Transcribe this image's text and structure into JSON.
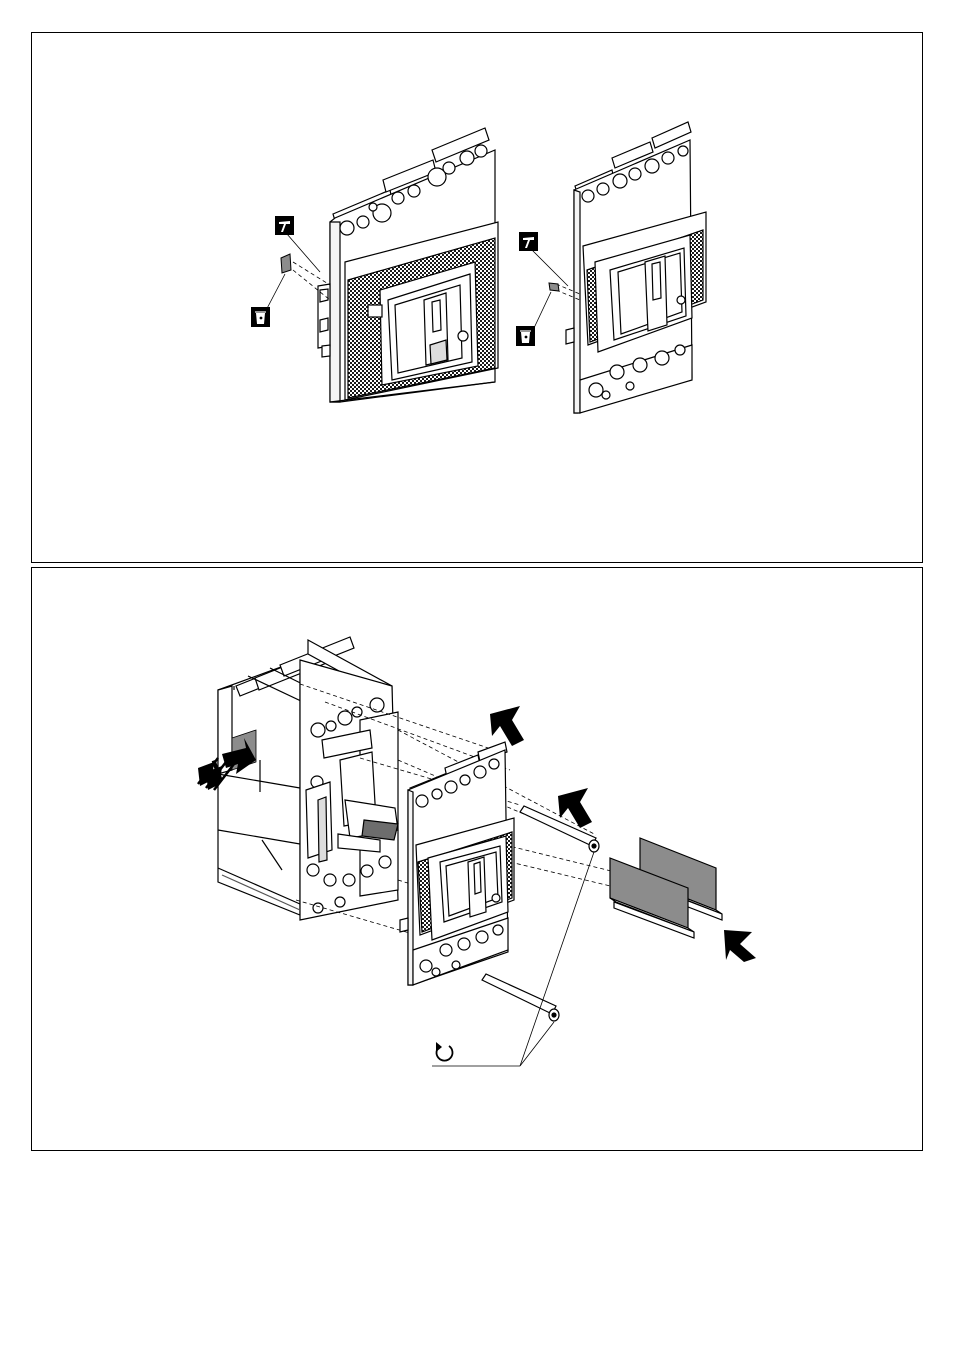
{
  "colors": {
    "line": "#000000",
    "panel_fill": "#ffffff",
    "grille": "#1a1a1a",
    "part_gray": "#8c8c8c",
    "shadow_gray": "#6d6d6d"
  },
  "panels": [
    {
      "id": "top",
      "figures": [
        {
          "id": "breaker-large",
          "icons": [
            "hammer-icon",
            "dispose-bin-icon"
          ]
        },
        {
          "id": "breaker-small",
          "icons": [
            "hammer-icon",
            "dispose-bin-icon"
          ]
        }
      ]
    },
    {
      "id": "bottom",
      "figures": [
        {
          "id": "breaker-body-open"
        },
        {
          "id": "front-cover"
        },
        {
          "id": "long-screws"
        },
        {
          "id": "phase-barriers"
        },
        {
          "id": "direction-arrows"
        },
        {
          "id": "tighten-rotation-icon"
        }
      ]
    }
  ]
}
